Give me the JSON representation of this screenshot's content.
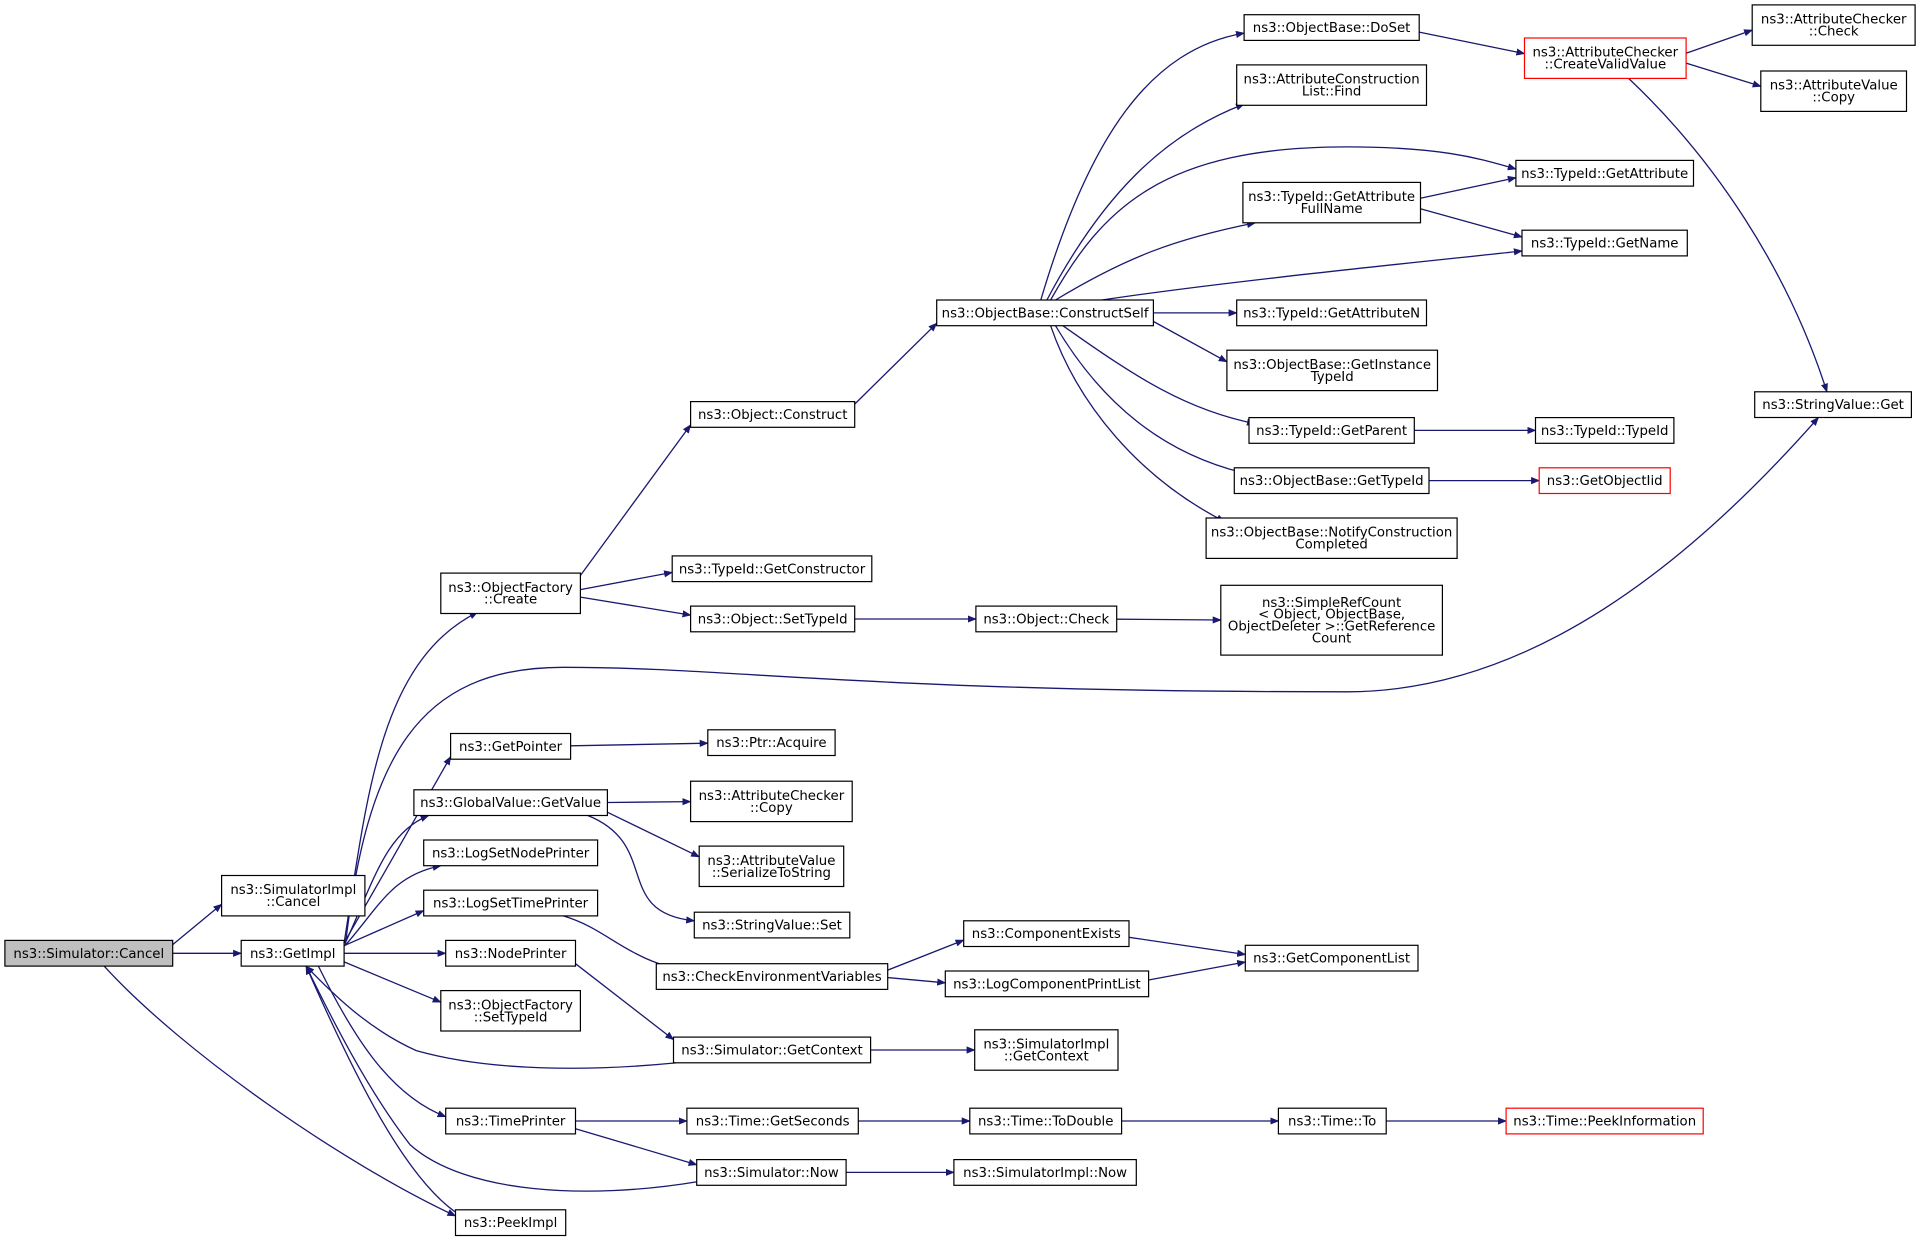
{
  "colors": {
    "edge": "#191970",
    "node_border": "#000000",
    "node_border_undocumented": "#ff0000",
    "root_fill": "#bfbfbf",
    "node_fill": "#ffffff"
  },
  "nodes": [
    {
      "id": "cancel",
      "lines": [
        "ns3::Simulator::Cancel"
      ],
      "style": "root"
    },
    {
      "id": "simimpl_cancel",
      "lines": [
        "ns3::SimulatorImpl",
        "::Cancel"
      ]
    },
    {
      "id": "getimpl",
      "lines": [
        "ns3::GetImpl"
      ]
    },
    {
      "id": "peekimpl",
      "lines": [
        "ns3::PeekImpl"
      ]
    },
    {
      "id": "objfactory_create",
      "lines": [
        "ns3::ObjectFactory",
        "::Create"
      ]
    },
    {
      "id": "getpointer",
      "lines": [
        "ns3::GetPointer"
      ]
    },
    {
      "id": "globalvalue_getvalue",
      "lines": [
        "ns3::GlobalValue::GetValue"
      ]
    },
    {
      "id": "logsetnodeprinter",
      "lines": [
        "ns3::LogSetNodePrinter"
      ]
    },
    {
      "id": "logsettimeprinter",
      "lines": [
        "ns3::LogSetTimePrinter"
      ]
    },
    {
      "id": "nodeprinter",
      "lines": [
        "ns3::NodePrinter"
      ]
    },
    {
      "id": "objfactory_settypeid",
      "lines": [
        "ns3::ObjectFactory",
        "::SetTypeId"
      ]
    },
    {
      "id": "timeprinter",
      "lines": [
        "ns3::TimePrinter"
      ]
    },
    {
      "id": "object_construct",
      "lines": [
        "ns3::Object::Construct"
      ]
    },
    {
      "id": "typeid_getconstructor",
      "lines": [
        "ns3::TypeId::GetConstructor"
      ]
    },
    {
      "id": "object_settypeid",
      "lines": [
        "ns3::Object::SetTypeId"
      ]
    },
    {
      "id": "ptr_acquire",
      "lines": [
        "ns3::Ptr::Acquire"
      ]
    },
    {
      "id": "attrchecker_copy_mid",
      "lines": [
        "ns3::AttributeChecker",
        "::Copy"
      ]
    },
    {
      "id": "attrvalue_serialize",
      "lines": [
        "ns3::AttributeValue",
        "::SerializeToString"
      ]
    },
    {
      "id": "stringvalue_set",
      "lines": [
        "ns3::StringValue::Set"
      ]
    },
    {
      "id": "checkenv",
      "lines": [
        "ns3::CheckEnvironmentVariables"
      ]
    },
    {
      "id": "sim_getcontext",
      "lines": [
        "ns3::Simulator::GetContext"
      ]
    },
    {
      "id": "time_getseconds",
      "lines": [
        "ns3::Time::GetSeconds"
      ]
    },
    {
      "id": "sim_now",
      "lines": [
        "ns3::Simulator::Now"
      ]
    },
    {
      "id": "objbase_constructself",
      "lines": [
        "ns3::ObjectBase::ConstructSelf"
      ]
    },
    {
      "id": "object_check",
      "lines": [
        "ns3::Object::Check"
      ]
    },
    {
      "id": "componentexists",
      "lines": [
        "ns3::ComponentExists"
      ]
    },
    {
      "id": "logcomponentprintlist",
      "lines": [
        "ns3::LogComponentPrintList"
      ]
    },
    {
      "id": "simimpl_getcontext",
      "lines": [
        "ns3::SimulatorImpl",
        "::GetContext"
      ]
    },
    {
      "id": "time_todouble",
      "lines": [
        "ns3::Time::ToDouble"
      ]
    },
    {
      "id": "simimpl_now",
      "lines": [
        "ns3::SimulatorImpl::Now"
      ]
    },
    {
      "id": "objbase_doset",
      "lines": [
        "ns3::ObjectBase::DoSet"
      ]
    },
    {
      "id": "attrconstrlist_find",
      "lines": [
        "ns3::AttributeConstruction",
        "List::Find"
      ]
    },
    {
      "id": "typeid_getattributefullname",
      "lines": [
        "ns3::TypeId::GetAttribute",
        "FullName"
      ]
    },
    {
      "id": "typeid_getattributen",
      "lines": [
        "ns3::TypeId::GetAttributeN"
      ]
    },
    {
      "id": "objbase_getinstancetypeid",
      "lines": [
        "ns3::ObjectBase::GetInstance",
        "TypeId"
      ]
    },
    {
      "id": "typeid_getparent",
      "lines": [
        "ns3::TypeId::GetParent"
      ]
    },
    {
      "id": "objbase_gettypeid",
      "lines": [
        "ns3::ObjectBase::GetTypeId"
      ]
    },
    {
      "id": "objbase_notifyconstruction",
      "lines": [
        "ns3::ObjectBase::NotifyConstruction",
        "Completed"
      ]
    },
    {
      "id": "simplerefcount",
      "lines": [
        "ns3::SimpleRefCount",
        "< Object, ObjectBase,",
        "ObjectDeleter >::GetReference",
        "Count"
      ]
    },
    {
      "id": "getcomponentlist",
      "lines": [
        "ns3::GetComponentList"
      ]
    },
    {
      "id": "time_to",
      "lines": [
        "ns3::Time::To"
      ]
    },
    {
      "id": "attrchecker_createvalidvalue",
      "lines": [
        "ns3::AttributeChecker",
        "::CreateValidValue"
      ],
      "style": "red"
    },
    {
      "id": "typeid_getattribute",
      "lines": [
        "ns3::TypeId::GetAttribute"
      ]
    },
    {
      "id": "typeid_getname",
      "lines": [
        "ns3::TypeId::GetName"
      ]
    },
    {
      "id": "typeid_typeid",
      "lines": [
        "ns3::TypeId::TypeId"
      ]
    },
    {
      "id": "getobjectiid",
      "lines": [
        "ns3::GetObjectIid"
      ],
      "style": "red"
    },
    {
      "id": "time_peekinformation",
      "lines": [
        "ns3::Time::PeekInformation"
      ],
      "style": "red"
    },
    {
      "id": "attrchecker_check",
      "lines": [
        "ns3::AttributeChecker",
        "::Check"
      ]
    },
    {
      "id": "attrvalue_copy",
      "lines": [
        "ns3::AttributeValue",
        "::Copy"
      ]
    },
    {
      "id": "stringvalue_get",
      "lines": [
        "ns3::StringValue::Get"
      ]
    }
  ]
}
